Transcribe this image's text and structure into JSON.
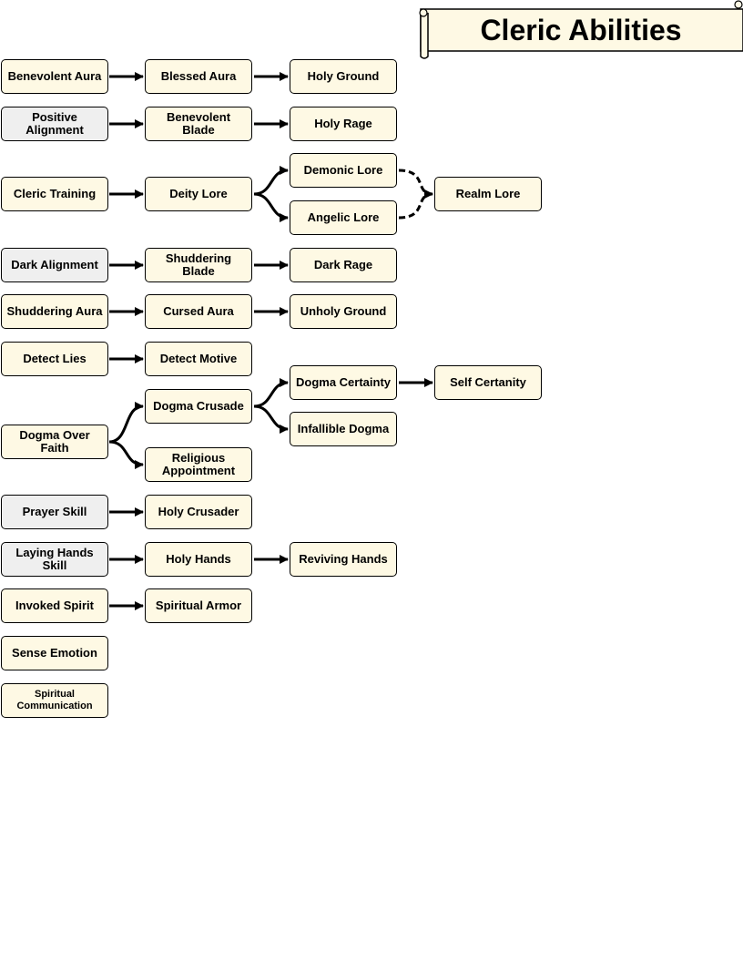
{
  "title": "Cleric Abilities",
  "colors": {
    "node_fill": "#fef9e4",
    "base_fill": "#efefef",
    "stroke": "#000000"
  },
  "nodes": {
    "benevolent_aura": "Benevolent Aura",
    "blessed_aura": "Blessed Aura",
    "holy_ground": "Holy Ground",
    "positive_alignment": "Positive Alignment",
    "benevolent_blade": "Benevolent Blade",
    "holy_rage": "Holy Rage",
    "cleric_training": "Cleric Training",
    "deity_lore": "Deity Lore",
    "demonic_lore": "Demonic Lore",
    "angelic_lore": "Angelic Lore",
    "realm_lore": "Realm Lore",
    "dark_alignment": "Dark Alignment",
    "shuddering_blade": "Shuddering Blade",
    "dark_rage": "Dark Rage",
    "shuddering_aura": "Shuddering Aura",
    "cursed_aura": "Cursed Aura",
    "unholy_ground": "Unholy Ground",
    "detect_lies": "Detect Lies",
    "detect_motive": "Detect Motive",
    "dogma_certainty": "Dogma Certainty",
    "self_certanity": "Self Certanity",
    "dogma_crusade": "Dogma Crusade",
    "infallible_dogma": "Infallible Dogma",
    "dogma_over_faith": "Dogma Over Faith",
    "religious_appointment": "Religious Appointment",
    "prayer_skill": "Prayer Skill",
    "holy_crusader": "Holy Crusader",
    "laying_hands_skill": "Laying Hands Skill",
    "holy_hands": "Holy Hands",
    "reviving_hands": "Reviving Hands",
    "invoked_spirit": "Invoked Spirit",
    "spiritual_armor": "Spiritual Armor",
    "sense_emotion": "Sense Emotion",
    "spiritual_communication": "Spiritual Communication"
  }
}
